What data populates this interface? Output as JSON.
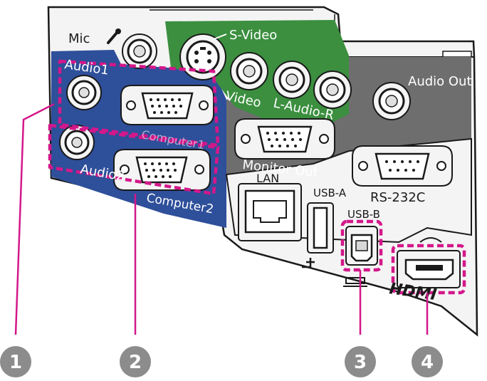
{
  "labels": {
    "mic": "Mic",
    "s_video": "S-Video",
    "video": "Video",
    "l_audio_r": "L-Audio-R",
    "audio1": "Audio1",
    "computer1": "Computer1",
    "audio2": "Audio2",
    "computer2": "Computer2",
    "audio_out": "Audio Out",
    "monitor_out": "Monitor Out",
    "rs232c": "RS-232C",
    "lan": "LAN",
    "usb_a": "USB-A",
    "usb_b": "USB-B",
    "hdmi": "HDMI"
  },
  "callouts": [
    "1",
    "2",
    "3",
    "4"
  ],
  "colors": {
    "blue_panel": "#2e4f9a",
    "green_panel": "#3b8f3f",
    "gray_panel": "#6e6e6e",
    "highlight": "#d4178a",
    "callout_fill": "#8c8c8c",
    "outline": "#1a1a1a"
  }
}
